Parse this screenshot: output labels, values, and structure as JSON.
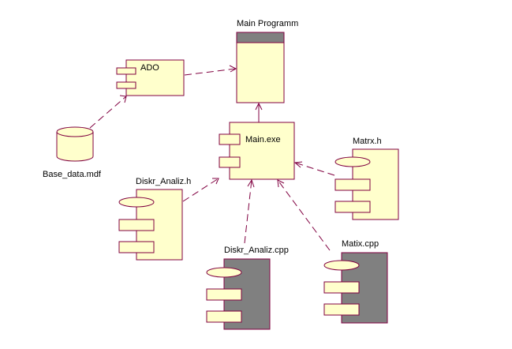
{
  "diagram": {
    "type": "UML component diagram",
    "colors": {
      "fill": "#ffffcc",
      "stroke": "#800040",
      "dark_fill": "#808080",
      "text": "#000000"
    },
    "nodes": {
      "main_programm": {
        "label": "Main Programm",
        "kind": "main-program"
      },
      "ado": {
        "label": "ADO",
        "kind": "component"
      },
      "base_data": {
        "label": "Base_data.mdf",
        "kind": "database"
      },
      "main_exe": {
        "label": "Main.exe",
        "kind": "component"
      },
      "matrx_h": {
        "label": "Matrx.h",
        "kind": "package-spec"
      },
      "diskr_analiz_h": {
        "label": "Diskr_Analiz.h",
        "kind": "package-spec"
      },
      "diskr_analiz_cpp": {
        "label": "Diskr_Analiz.cpp",
        "kind": "package-body"
      },
      "matix_cpp": {
        "label": "Matix.cpp",
        "kind": "package-body"
      }
    },
    "dependencies": [
      {
        "from": "Base_data.mdf",
        "to": "ADO"
      },
      {
        "from": "ADO",
        "to": "Main Programm"
      },
      {
        "from": "Main.exe",
        "to": "Main Programm"
      },
      {
        "from": "Diskr_Analiz.h",
        "to": "Main.exe"
      },
      {
        "from": "Matrx.h",
        "to": "Main.exe"
      },
      {
        "from": "Diskr_Analiz.cpp",
        "to": "Main.exe"
      },
      {
        "from": "Matix.cpp",
        "to": "Main.exe"
      }
    ]
  }
}
